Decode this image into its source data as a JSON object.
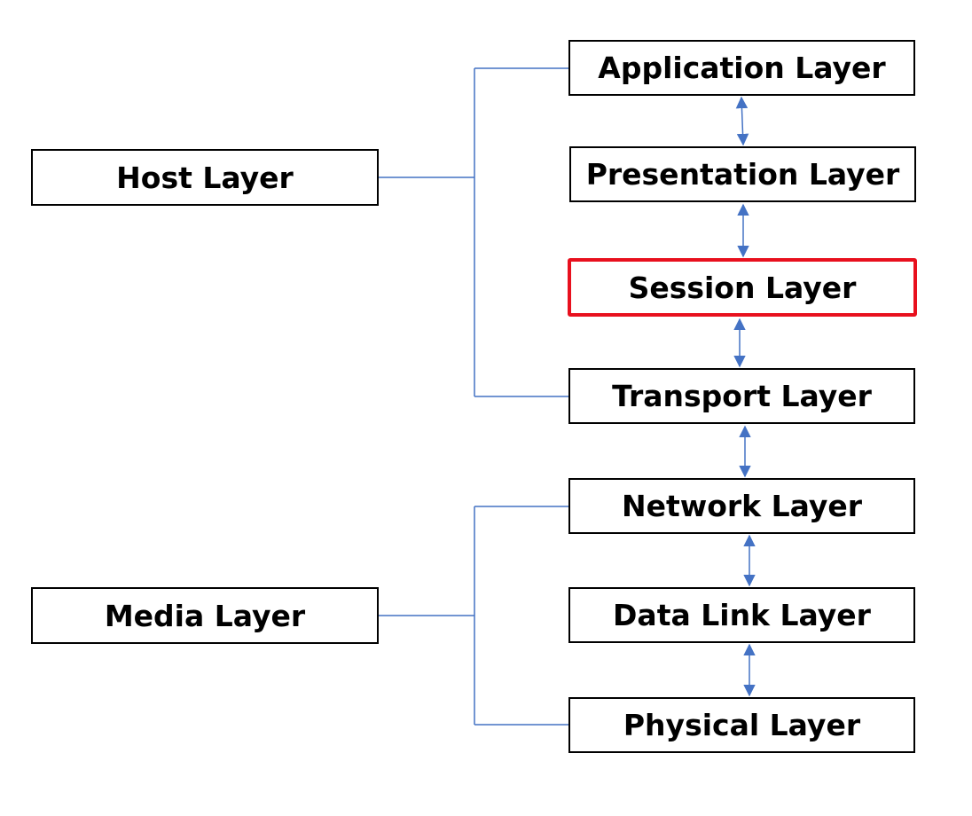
{
  "groups": {
    "host": "Host Layer",
    "media": "Media Layer"
  },
  "layers": {
    "application": "Application Layer",
    "presentation": "Presentation Layer",
    "session": "Session Layer",
    "transport": "Transport Layer",
    "network": "Network Layer",
    "data_link": "Data Link Layer",
    "physical": "Physical Layer"
  },
  "colors": {
    "connector": "#4472c4",
    "box_border": "#000000",
    "highlight_border": "#e8101e",
    "text": "#000000"
  },
  "highlighted_layer": "session"
}
